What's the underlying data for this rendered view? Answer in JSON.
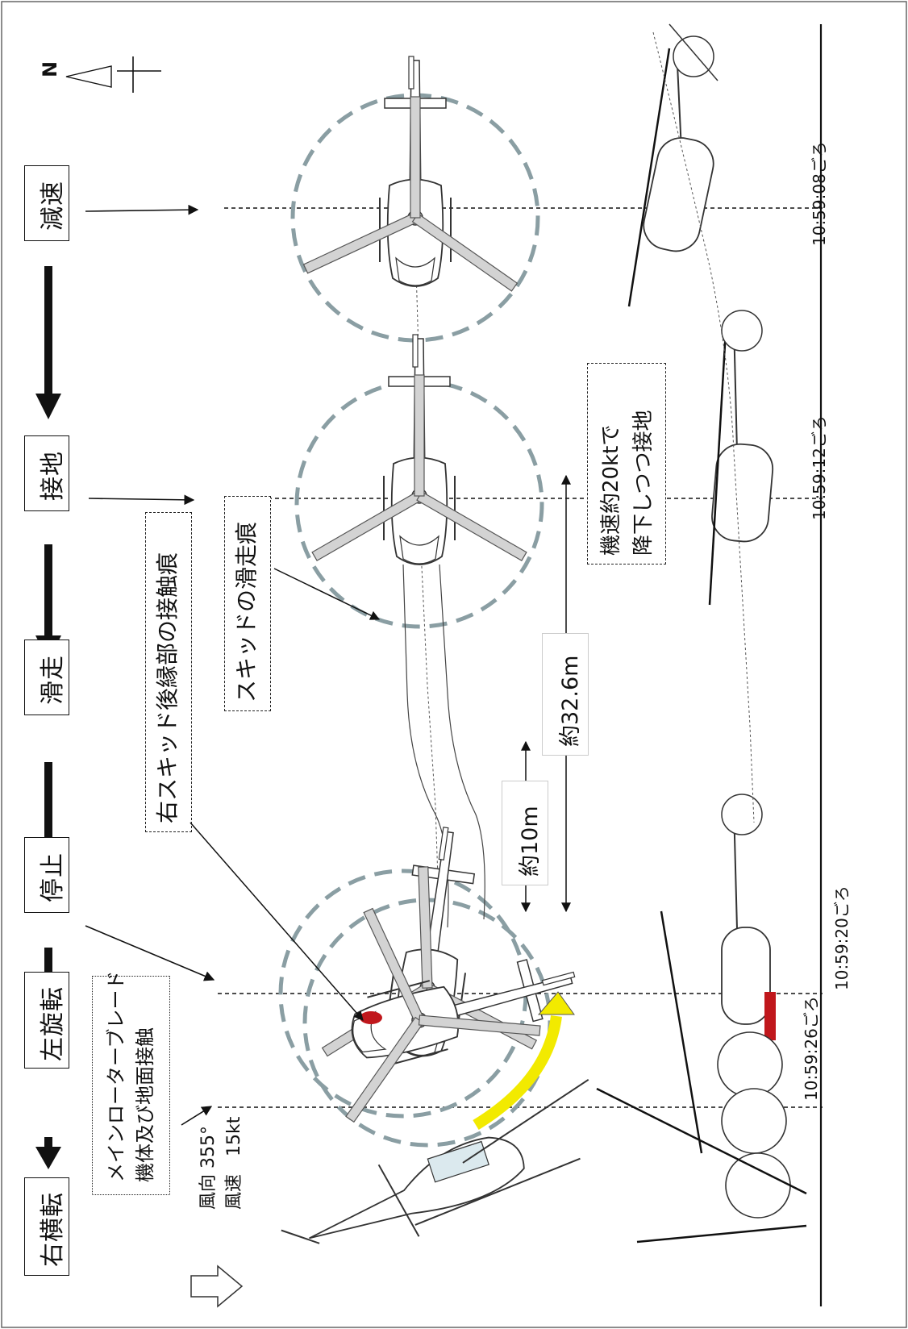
{
  "compass": {
    "north_label": "N"
  },
  "stages": [
    {
      "id": "deceleration",
      "label": "減速"
    },
    {
      "id": "touchdown",
      "label": "接地"
    },
    {
      "id": "slide",
      "label": "滑走"
    },
    {
      "id": "stop",
      "label": "停止"
    },
    {
      "id": "left_turn",
      "label": "左旋転"
    },
    {
      "id": "right_roll",
      "label": "右横転"
    }
  ],
  "notes": {
    "main_rotor_contact": [
      "メインローターブレード",
      "機体及び地面接触"
    ],
    "right_skid_mark": "右スキッド後縁部の接触痕",
    "skid_track": "スキッドの滑走痕",
    "touchdown_speed": [
      "機速約20ktで",
      "降下しつつ接地"
    ]
  },
  "distances": {
    "total": "約32.6m",
    "stop": "約10m"
  },
  "wind": {
    "direction": "風向 355°",
    "speed": "風速　15kt"
  },
  "times": [
    "10:59:08ごろ",
    "10:59:12ごろ",
    "10:59:20ごろ",
    "10:59:26ごろ"
  ],
  "colors": {
    "rotor_circle": "#8a9ea3",
    "turn_arrow": "#f2ea00",
    "contact_mark": "#c0171c",
    "line": "#111111"
  }
}
